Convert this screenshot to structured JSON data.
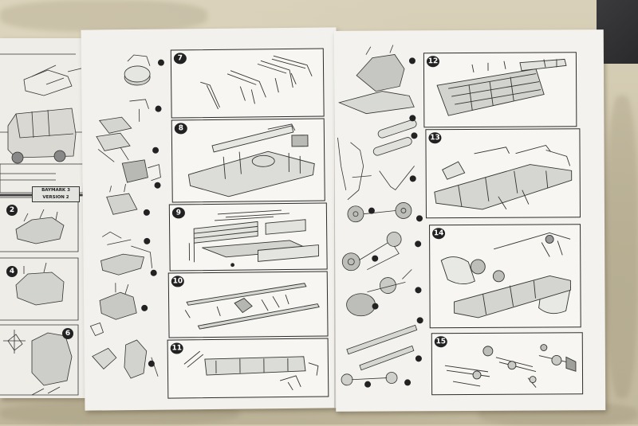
{
  "scene": {
    "description_visible": "instruction-sheet",
    "colors": {
      "cloth": "#cfc6ad",
      "paper": "#f2f1ed",
      "ink": "#222222",
      "badge": "#222222"
    }
  },
  "left_page": {
    "badges": [
      "2",
      "4",
      "6"
    ],
    "version_label": {
      "line1": "BAYMARK 3",
      "line2": "VERSION 2"
    }
  },
  "steps": {
    "s7": "7",
    "s8": "8",
    "s9": "9",
    "s10": "10",
    "s11": "11",
    "s12": "12",
    "s13": "13",
    "s14": "14",
    "s15": "15"
  }
}
